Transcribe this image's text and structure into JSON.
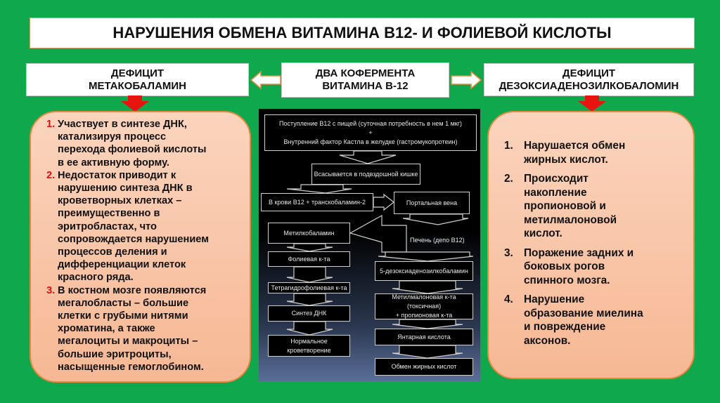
{
  "title": "НАРУШЕНИЯ ОБМЕНА ВИТАМИНА В12- И ФОЛИЕВОЙ КИСЛОТЫ",
  "left_header": "ДЕФИЦИТ\nМЕТАКОБАЛАМИН",
  "center_header": "ДВА КОФЕРМЕНТА\nВИТАМИНА В-12",
  "right_header": "ДЕФИЦИТ\nДЕЗОКСИАДЕНОЗИЛКОБАЛОМИН",
  "left_items": [
    {
      "num": "1.",
      "text": "Участвует в синтезе ДНК,\nкатализируя процесс\nперехода фолиевой кислоты\nв ее активную форму."
    },
    {
      "num": "2.",
      "text": "Недостаток приводит к\nнарушению синтеза ДНК в\nкроветворных клетках –\nпреимущественно в\nэритробластах, что\nсопровождается нарушением\nпроцессов деления и\nдифференциации клеток\nкрасного ряда."
    },
    {
      "num": "3.",
      "text": "В костном мозге появляются\nмегалобласты – большие\nклетки с грубыми нитями\nхроматина, а также\nмегалоциты и макроциты –\nбольшие эритроциты,\nнасыщенные гемоглобином."
    }
  ],
  "right_items": [
    {
      "num": "1.",
      "text": "Нарушается обмен\nжирных кислот."
    },
    {
      "num": "2.",
      "text": "Происходит\nнакопление\nпропионовой и\nметилмалоновой\nкислот."
    },
    {
      "num": "3.",
      "text": "Поражение задних и\nбоковых рогов\nспинного мозга."
    },
    {
      "num": "4.",
      "text": "Нарушение\nобразование миелина\nи повреждение\nаксонов."
    }
  ],
  "flow": {
    "intake": "Поступление В12 с пищей (суточная потребность в нем 1 мкг)\n+\nВнутренний фактор Кастла в желудке (гастромукопротеин)",
    "absorb": "Всасывается в подвздошной кишке",
    "blood": "В крови В12 + транскобаламин-2",
    "portal": "Портальная вена",
    "liver": "Печень (депо В12)",
    "methylcobalamin": "Метилкобаламин",
    "folic": "Фолиевая к-та",
    "thf": "Тетрагидрофолиевая к-та",
    "dna": "Синтез ДНК",
    "hemopoiesis": "Нормальное кроветворение",
    "deoxy": "5-дезоксиаденозилкобаламин",
    "methylmalonic": "Метилмалоновая к-та (токсичная)\n+ пропионовая к-та",
    "succinic": "Янтарная кислота",
    "fatty": "Обмен жирных кислот"
  },
  "colors": {
    "background": "#10a84c",
    "panel": "#f8c7aa",
    "panel_border": "#e2883f",
    "down_arrow": "#e8140f"
  }
}
